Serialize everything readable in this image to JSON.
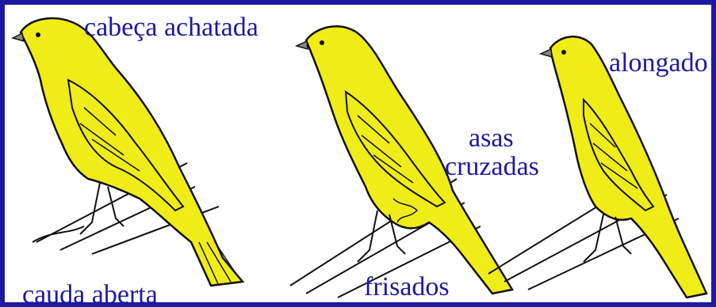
{
  "labels": {
    "flat_head": "cabeça achatada",
    "open_tail": "cauda aberta",
    "frilled": "frisados",
    "crossed_wings_1": "asas",
    "crossed_wings_2": "cruzadas",
    "elongated": "alongado"
  },
  "colors": {
    "border": "#1b1aa0",
    "bird_fill": "#f0ec18",
    "outline": "#111111",
    "text": "#1b1aa0"
  },
  "icons": [
    "canary-flat-head-illustration",
    "canary-frilled-illustration",
    "canary-elongated-illustration"
  ]
}
